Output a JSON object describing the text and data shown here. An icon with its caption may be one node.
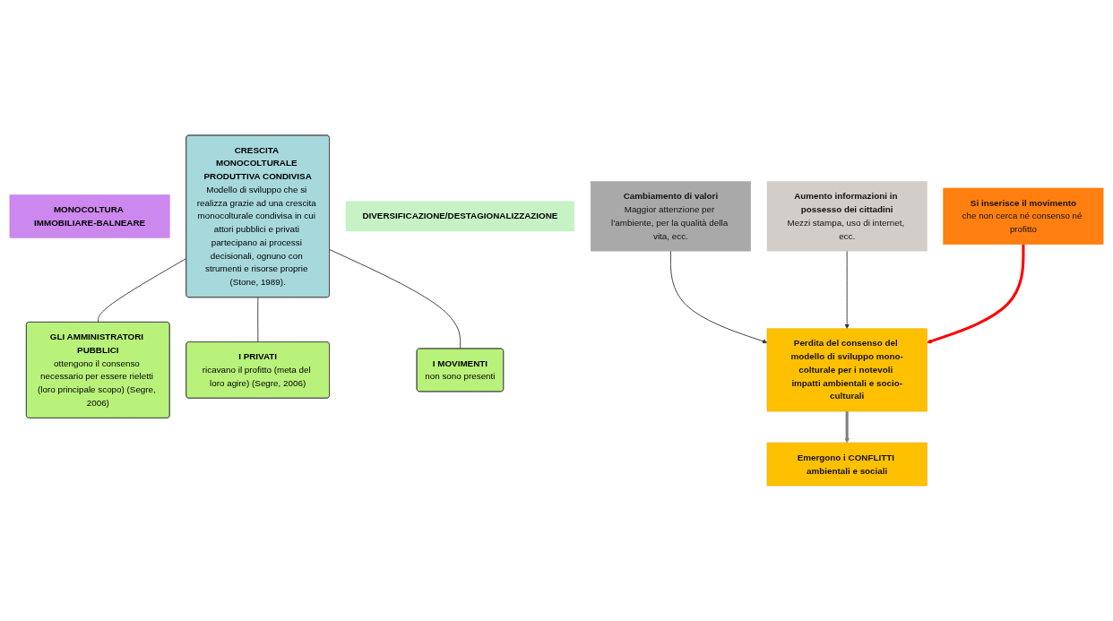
{
  "diagram": {
    "nodes": [
      {
        "text": [
          "MONOCOLTURA IMMOBILIARE-BALNEARE"
        ]
      },
      {
        "text": [
          "CRESCITA MONOCOLTURALE PRODUTTIVA CONDIVISA",
          "Modello di sviluppo che si realizza grazie ad una crescita monocolturale condivisa in cui attori pubblici e privati partecipano ai processi decisionali, ognuno con strumenti e risorse proprie (Stone, 1989)."
        ]
      },
      {
        "text": [
          "GLI AMMINISTRATORI PUBBLICI",
          "ottengono il consenso necessario per essere rieletti (loro principale scopo) (Segre, 2006)"
        ]
      },
      {
        "text": [
          "I PRIVATI",
          "ricavano il profitto (meta del loro agire) (Segre, 2006)"
        ]
      },
      {
        "text": [
          "I MOVIMENTI",
          "non sono presenti"
        ]
      },
      {
        "text": [
          "DIVERSIFICAZIONE/DESTAGIONALIZZAZIONE"
        ]
      },
      {
        "text": [
          "Cambiamento di valori",
          "Maggior attenzione per l’ambiente, per la qualità della vita, ecc."
        ]
      },
      {
        "text": [
          "Aumento informazioni in possesso dei cittadini",
          "Mezzi stampa, uso di internet, ecc."
        ]
      },
      {
        "text": [
          "Si inserisce il movimento",
          "che non cerca né consenso né profitto"
        ]
      },
      {
        "text": [
          "Perdita del consenso del modello di sviluppo mono-colturale per i notevoli impatti ambientali e socio-culturali"
        ]
      },
      {
        "text": [
          "Emergono i CONFLITTI ambientali e sociali"
        ]
      }
    ],
    "edges": [
      {
        "from": 1,
        "to": 2,
        "arrow": "none"
      },
      {
        "from": 1,
        "to": 3,
        "arrow": "none"
      },
      {
        "from": 1,
        "to": 4,
        "arrow": "none"
      },
      {
        "from": 6,
        "to": 9,
        "arrow": "to"
      },
      {
        "from": 7,
        "to": 9,
        "arrow": "to"
      },
      {
        "from": 8,
        "to": 9,
        "arrow": "to",
        "style": "thick",
        "color": "#ff0000"
      },
      {
        "from": 9,
        "to": 10,
        "arrow": "to",
        "style": "thick",
        "color": "#808080"
      }
    ]
  }
}
